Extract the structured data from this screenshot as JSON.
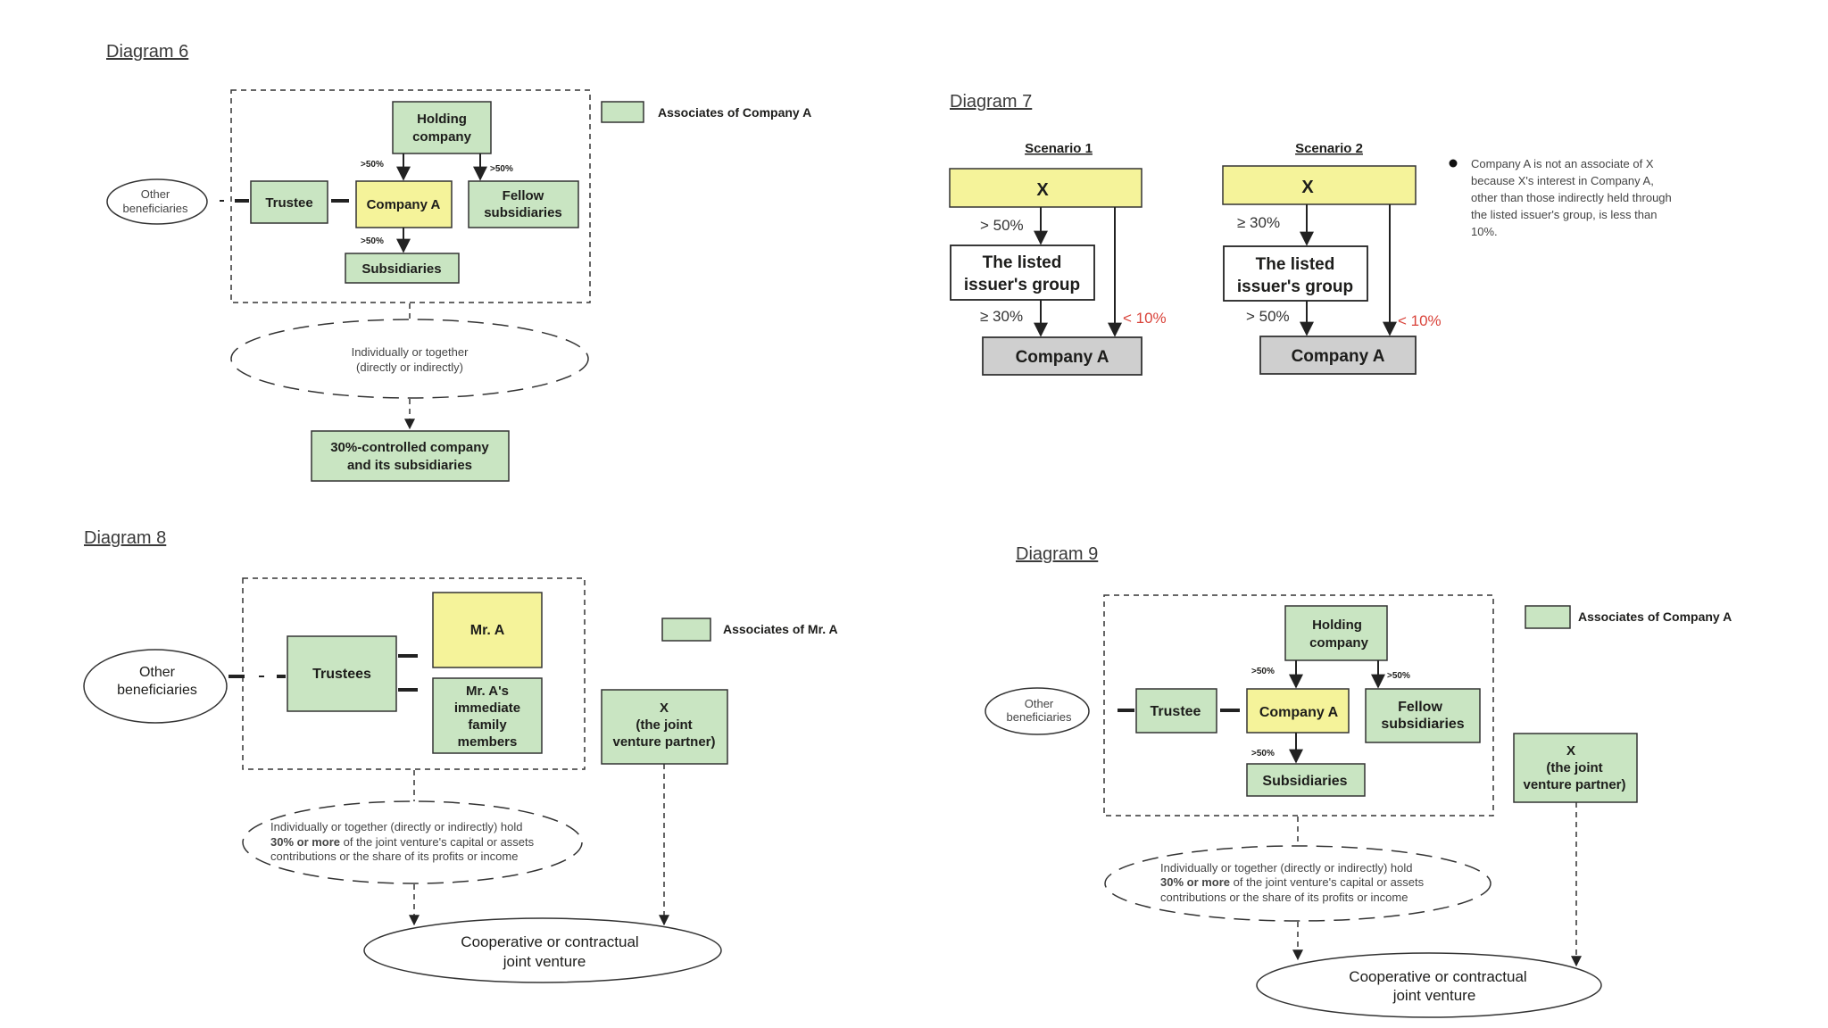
{
  "diagram6": {
    "title": "Diagram 6",
    "holding_company": [
      "Holding",
      "company"
    ],
    "trustee": "Trustee",
    "company_a": "Company A",
    "fellow_subsidiaries": [
      "Fellow",
      "subsidiaries"
    ],
    "subsidiaries": "Subsidiaries",
    "other_beneficiaries": [
      "Other",
      "beneficiaries"
    ],
    "pct_hc_to_a": ">50%",
    "pct_hc_to_fellow": ">50%",
    "pct_a_to_subs": ">50%",
    "legend_label": "Associates of Company A",
    "ellipse_text": [
      "Individually or together",
      "(directly or indirectly)"
    ],
    "controlled": [
      "30%-controlled company",
      "and its subsidiaries"
    ]
  },
  "diagram7": {
    "title": "Diagram 7",
    "scenario1": {
      "label": "Scenario 1",
      "x": "X",
      "group": [
        "The listed",
        "issuer's group"
      ],
      "company": "Company A",
      "pct_top": "> 50%",
      "pct_bottom": "≥ 30%",
      "pct_direct": "< 10%"
    },
    "scenario2": {
      "label": "Scenario 2",
      "x": "X",
      "group": [
        "The listed",
        "issuer's group"
      ],
      "company": "Company A",
      "pct_top": "≥ 30%",
      "pct_bottom": "> 50%",
      "pct_direct": "< 10%"
    },
    "note": [
      "Company A is not an associate of X",
      "because X's interest in Company A,",
      "other than those indirectly held through",
      "the listed issuer's group, is less than",
      "10%."
    ]
  },
  "diagram8": {
    "title": "Diagram 8",
    "other_beneficiaries": [
      "Other",
      "beneficiaries"
    ],
    "trustees": "Trustees",
    "mr_a": "Mr. A",
    "family": [
      "Mr. A's",
      "immediate",
      "family",
      "members"
    ],
    "legend_label": "Associates of Mr. A",
    "x_partner": [
      "X",
      "(the joint",
      "venture partner)"
    ],
    "ellipse_line1": "Individually or together (directly or indirectly) hold",
    "ellipse_line2_bold": "30% or more",
    "ellipse_line2_rest": " of the joint venture's capital or assets",
    "ellipse_line3": "contributions or the share of its profits or income",
    "jv": [
      "Cooperative or contractual",
      "joint venture"
    ]
  },
  "diagram9": {
    "title": "Diagram 9",
    "holding_company": [
      "Holding",
      "company"
    ],
    "trustee": "Trustee",
    "company_a": "Company A",
    "fellow_subsidiaries": [
      "Fellow",
      "subsidiaries"
    ],
    "subsidiaries": "Subsidiaries",
    "other_beneficiaries": [
      "Other",
      "beneficiaries"
    ],
    "pct_hc_to_a": ">50%",
    "pct_hc_to_fellow": ">50%",
    "pct_a_to_subs": ">50%",
    "legend_label": "Associates of Company A",
    "x_partner": [
      "X",
      "(the joint",
      "venture partner)"
    ],
    "ellipse_line1": "Individually or together (directly or indirectly) hold",
    "ellipse_line2_bold": "30% or more",
    "ellipse_line2_rest": " of the joint venture's capital or assets",
    "ellipse_line3": "contributions or the share of its profits or income",
    "jv": [
      "Cooperative or contractual",
      "joint venture"
    ]
  }
}
